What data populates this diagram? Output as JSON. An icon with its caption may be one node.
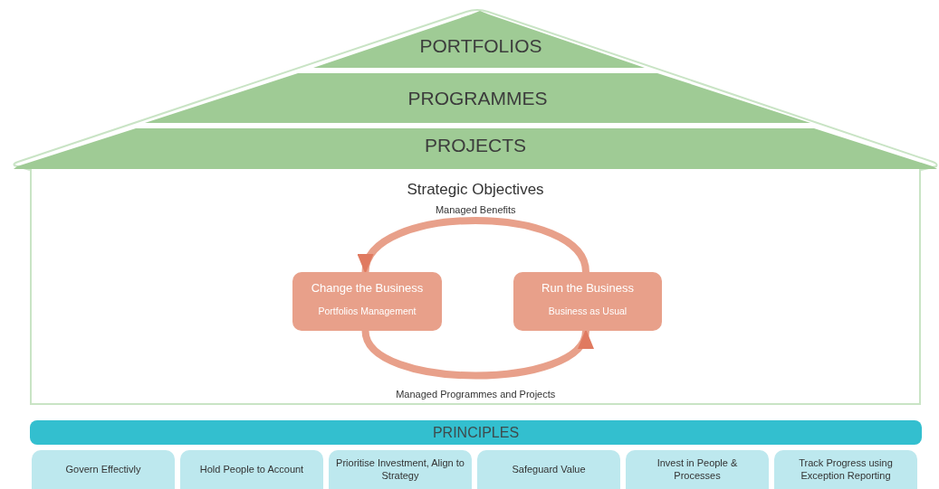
{
  "diagram": {
    "nodes": [
      {
        "text": [
          "PORTFOLIOS"
        ]
      },
      {
        "text": [
          "PROGRAMMES"
        ]
      },
      {
        "text": [
          "PROJECTS"
        ]
      },
      {
        "text": [
          "Strategic Objectives"
        ]
      },
      {
        "text": [
          "Change the Business",
          "Portfolios Management"
        ],
        "in": 3
      },
      {
        "text": [
          "Run the Business",
          "Business as Usual"
        ],
        "in": 3
      },
      {
        "text": [
          "PRINCIPLES"
        ]
      },
      {
        "text": [
          "Govern Effectivly"
        ]
      },
      {
        "text": [
          "Hold People to Account"
        ]
      },
      {
        "text": [
          "Prioritise Investment, Align to Strategy"
        ]
      },
      {
        "text": [
          "Safeguard Value"
        ]
      },
      {
        "text": [
          "Invest in People & Processes"
        ]
      },
      {
        "text": [
          "Track Progress using Exception Reporting"
        ]
      }
    ],
    "edges": [
      {
        "from": 5,
        "to": 4,
        "arrow": "to",
        "label": "Managed Benefits"
      },
      {
        "from": 4,
        "to": 5,
        "arrow": "to",
        "label": "Managed Programmes and Projects"
      }
    ]
  }
}
